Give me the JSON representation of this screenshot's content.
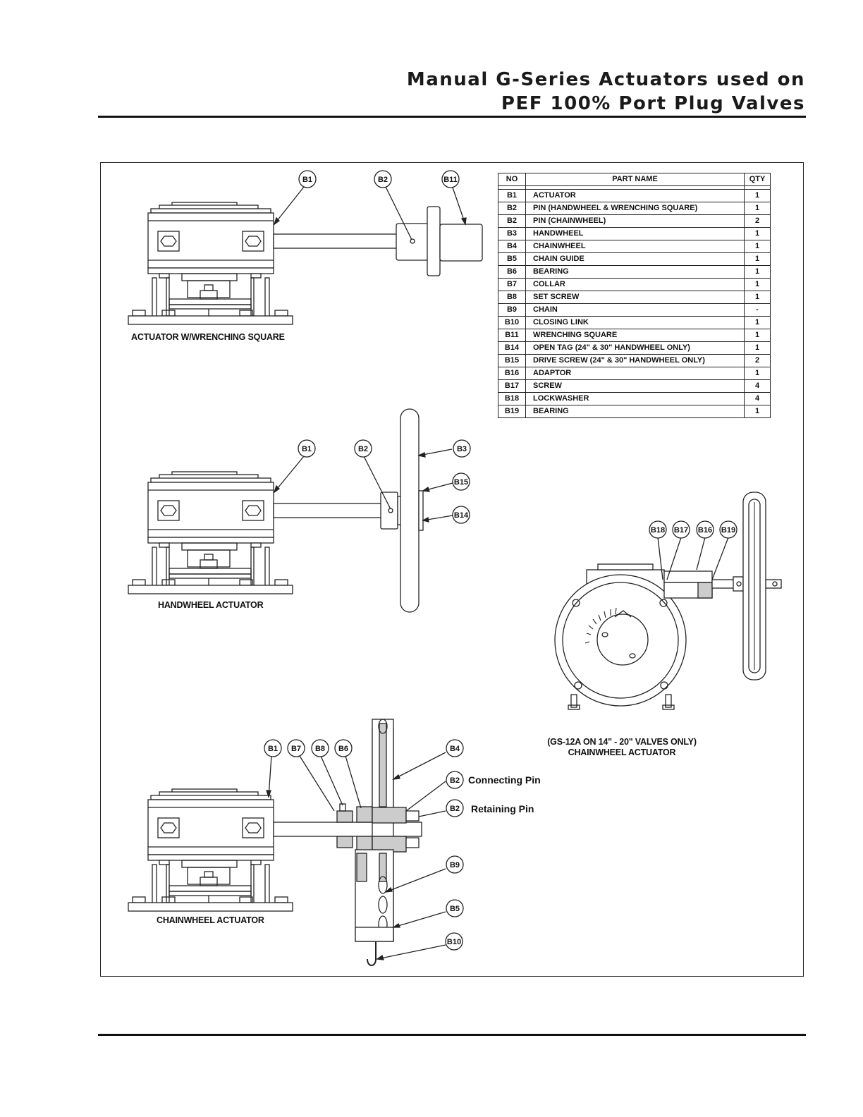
{
  "header": {
    "title_line1": "Manual G-Series Actuators used on",
    "title_line2": "PEF 100% Port Plug Valves"
  },
  "parts_table": {
    "headers": {
      "no": "NO",
      "name": "PART NAME",
      "qty": "QTY"
    },
    "rows": [
      {
        "no": "B1",
        "name": "ACTUATOR",
        "qty": "1"
      },
      {
        "no": "B2",
        "name": "PIN (HANDWHEEL & WRENCHING SQUARE)",
        "qty": "1"
      },
      {
        "no": "B2",
        "name": "PIN (CHAINWHEEL)",
        "qty": "2"
      },
      {
        "no": "B3",
        "name": "HANDWHEEL",
        "qty": "1"
      },
      {
        "no": "B4",
        "name": "CHAINWHEEL",
        "qty": "1"
      },
      {
        "no": "B5",
        "name": "CHAIN GUIDE",
        "qty": "1"
      },
      {
        "no": "B6",
        "name": "BEARING",
        "qty": "1"
      },
      {
        "no": "B7",
        "name": "COLLAR",
        "qty": "1"
      },
      {
        "no": "B8",
        "name": "SET SCREW",
        "qty": "1"
      },
      {
        "no": "B9",
        "name": "CHAIN",
        "qty": "-"
      },
      {
        "no": "B10",
        "name": "CLOSING LINK",
        "qty": "1"
      },
      {
        "no": "B11",
        "name": "WRENCHING SQUARE",
        "qty": "1"
      },
      {
        "no": "B14",
        "name": "OPEN TAG (24\" & 30\" HANDWHEEL ONLY)",
        "qty": "1"
      },
      {
        "no": "B15",
        "name": "DRIVE SCREW (24\" & 30\" HANDWHEEL ONLY)",
        "qty": "2"
      },
      {
        "no": "B16",
        "name": "ADAPTOR",
        "qty": "1"
      },
      {
        "no": "B17",
        "name": "SCREW",
        "qty": "4"
      },
      {
        "no": "B18",
        "name": "LOCKWASHER",
        "qty": "4"
      },
      {
        "no": "B19",
        "name": "BEARING",
        "qty": "1"
      }
    ]
  },
  "captions": {
    "wrenching": "ACTUATOR W/WRENCHING SQUARE",
    "handwheel": "HANDWHEEL ACTUATOR",
    "chainwheel": "CHAINWHEEL ACTUATOR",
    "gs12a_line1": "(GS-12A ON 14\" - 20\" VALVES ONLY)",
    "gs12a_line2": "CHAINWHEEL ACTUATOR"
  },
  "notes": {
    "connecting_pin": "Connecting Pin",
    "retaining_pin": "Retaining Pin"
  },
  "balloons": {
    "wrenching": [
      "B1",
      "B2",
      "B11"
    ],
    "handwheel": [
      "B1",
      "B2",
      "B3",
      "B15",
      "B14"
    ],
    "gs12a": [
      "B18",
      "B17",
      "B16",
      "B19"
    ],
    "chainwheel": [
      "B1",
      "B7",
      "B8",
      "B6",
      "B4",
      "B2",
      "B2",
      "B9",
      "B5",
      "B10"
    ]
  }
}
